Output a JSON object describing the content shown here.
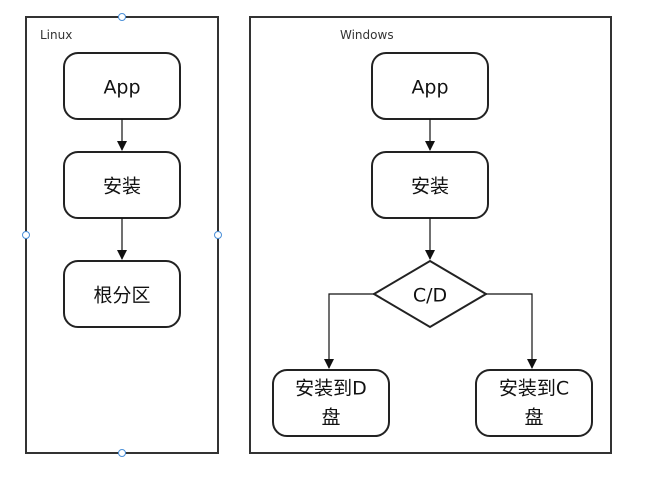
{
  "linux": {
    "label": "Linux",
    "app": "App",
    "install": "安装",
    "root_partition": "根分区"
  },
  "windows": {
    "label": "Windows",
    "app": "App",
    "install": "安装",
    "decision": "C/D",
    "install_d_line1": "安装到D",
    "install_d_line2": "盘",
    "install_c_line1": "安装到C",
    "install_c_line2": "盘"
  }
}
